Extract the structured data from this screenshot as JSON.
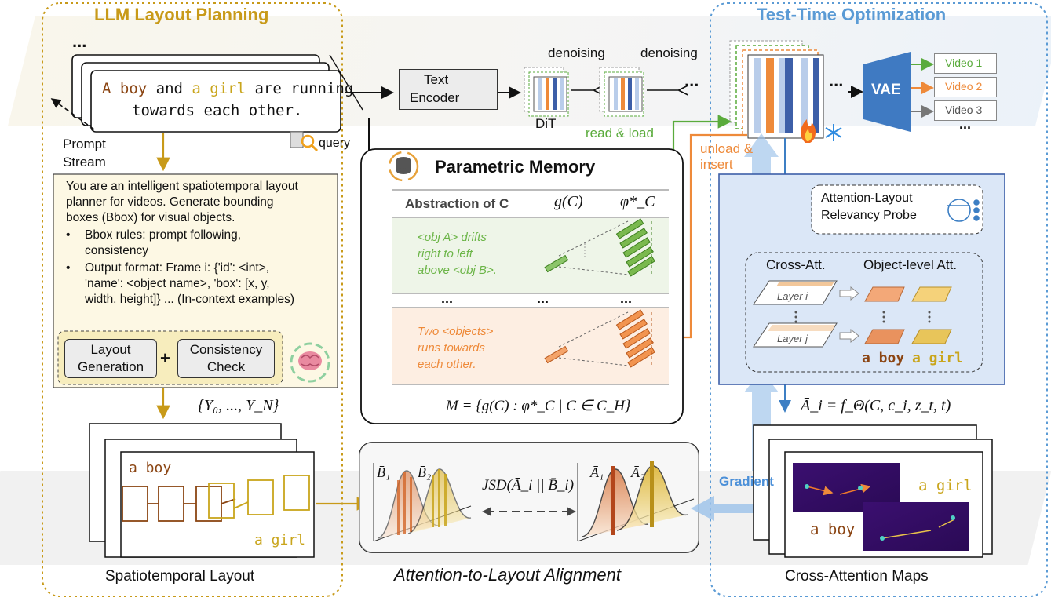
{
  "sections": {
    "llm_title": "LLM Layout Planning",
    "tto_title": "Test-Time Optimization"
  },
  "prompt": {
    "ellipsis": "...",
    "part1": "A boy",
    "part2": " and ",
    "part3": "a girl",
    "part4": " are running",
    "line2": "towards each other.",
    "stream_label_1": "Prompt",
    "stream_label_2": "Stream",
    "query_label": "query"
  },
  "pipeline": {
    "text_encoder_1": "Text",
    "text_encoder_2": "Encoder",
    "denoising_1": "denoising",
    "denoising_2": "denoising",
    "dit_label": "DiT",
    "dots": "...",
    "read_load": "read & load",
    "unload_1": "unload &",
    "unload_2": "insert",
    "vae": "VAE",
    "videos": [
      "Video 1",
      "Video 2",
      "Video 3"
    ],
    "video_dots": "...",
    "video_colors": [
      "#5aab3c",
      "#ee8a3a",
      "#777777"
    ]
  },
  "instruction": {
    "lines": [
      "You are an intelligent spatiotemporal layout",
      "planner for videos. Generate bounding",
      "boxes (Bbox) for visual objects."
    ],
    "bullets": [
      [
        "Bbox rules: prompt following,",
        "consistency"
      ],
      [
        "Output format: Frame i: {'id': <int>,",
        "'name': <object name>, 'box': [x, y,",
        "width, height]} ... (In-context examples)"
      ]
    ],
    "btn_layout_1": "Layout",
    "btn_layout_2": "Generation",
    "plus": "+",
    "btn_check_1": "Consistency",
    "btn_check_2": "Check"
  },
  "layout_seq": "{Y₀, ..., Y_N}",
  "memory": {
    "title": "Parametric Memory",
    "col1": "Abstraction of C",
    "col2": "g(C)",
    "col3": "φ*_C",
    "row1": [
      "<obj A> drifts",
      "right to left",
      "above <obj B>."
    ],
    "dots": [
      "...",
      "...",
      "..."
    ],
    "row2": [
      "Two <objects>",
      "runs towards",
      "each other."
    ],
    "formula": "M = {g(C) : φ*_C | C ∈ C_H}"
  },
  "probe": {
    "title_1": "Attention-Layout",
    "title_2": "Relevancy Probe",
    "cross_att": "Cross-Att.",
    "obj_att": "Object-level Att.",
    "layer_i": "Layer i",
    "layer_j": "Layer j",
    "boy": "a boy",
    "girl": "a girl",
    "formula": "Ā_i = f_Θ(C, c_i, z_t, t)"
  },
  "bottom": {
    "layout_boy": "a boy",
    "layout_girl": "a girl",
    "layout_caption": "Spatiotemporal Layout",
    "b1": "B̄₁",
    "b2": "B̄₂",
    "a1": "Ā₁",
    "a2": "Ā₂",
    "jsd": "JSD(Ā_i || B̄_i)",
    "align_caption": "Attention-to-Layout Alignment",
    "gradient": "Gradient",
    "map_girl": "a girl",
    "map_boy": "a boy",
    "maps_caption": "Cross-Attention Maps"
  },
  "colors": {
    "gold": "#c89a19",
    "blue": "#5b9bd5",
    "boy": "#8b4513",
    "green": "#5aab3c",
    "orange": "#ee8a3a"
  }
}
